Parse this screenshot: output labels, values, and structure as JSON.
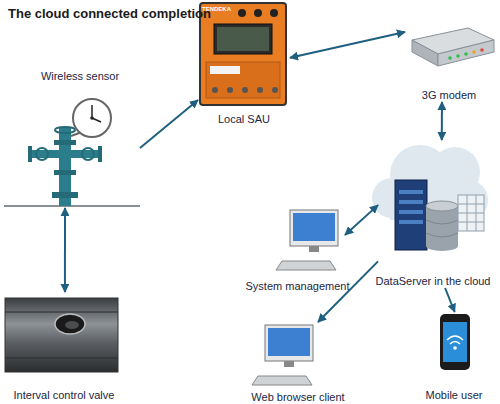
{
  "diagram": {
    "title": "The cloud connected completion",
    "nodes": [
      {
        "text": [
          "Wireless sensor"
        ]
      },
      {
        "text": [
          "Local SAU"
        ]
      },
      {
        "text": [
          "3G modem"
        ]
      },
      {
        "text": [
          "DataServer in the cloud"
        ]
      },
      {
        "text": [
          "System management"
        ]
      },
      {
        "text": [
          "Web browser client"
        ]
      },
      {
        "text": [
          "Mobile user"
        ]
      },
      {
        "text": [
          "Interval control valve"
        ]
      }
    ],
    "edges": [
      {
        "from": 0,
        "to": 1,
        "arrow": "to"
      },
      {
        "from": 1,
        "to": 2,
        "arrow": "both"
      },
      {
        "from": 2,
        "to": 3,
        "arrow": "both"
      },
      {
        "from": 4,
        "to": 3,
        "arrow": "both"
      },
      {
        "from": 3,
        "to": 5,
        "arrow": "to"
      },
      {
        "from": 3,
        "to": 6,
        "arrow": "to"
      },
      {
        "from": 0,
        "to": 7,
        "arrow": "both"
      }
    ],
    "labels": [
      "TENDEKA"
    ]
  }
}
